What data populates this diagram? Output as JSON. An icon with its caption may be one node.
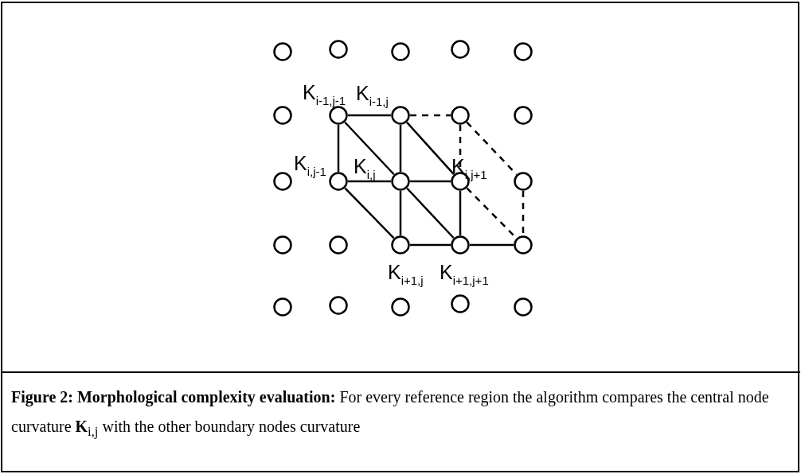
{
  "diagram": {
    "caption": "**Figure 2: Morphological complexity evaluation:** For every reference region the algorithm compares the central node curvature **K**$_{i,j}$ with the other boundary nodes curvature",
    "nodes": [
      {
        "text": [],
        "shape": "circle"
      },
      {
        "text": [],
        "shape": "circle"
      },
      {
        "text": [],
        "shape": "circle"
      },
      {
        "text": [],
        "shape": "circle"
      },
      {
        "text": [],
        "shape": "circle"
      },
      {
        "text": [],
        "shape": "circle"
      },
      {
        "text": [],
        "shape": "circle",
        "beside": [
          "K$_{i-1,j-1}$"
        ]
      },
      {
        "text": [],
        "shape": "circle",
        "beside": [
          "K$_{i-1,j}$"
        ]
      },
      {
        "text": [],
        "shape": "circle"
      },
      {
        "text": [],
        "shape": "circle"
      },
      {
        "text": [],
        "shape": "circle"
      },
      {
        "text": [],
        "shape": "circle",
        "beside": [
          "K$_{i,j-1}$"
        ]
      },
      {
        "text": [],
        "shape": "circle",
        "beside": [
          "K$_{i,j}$"
        ]
      },
      {
        "text": [],
        "shape": "circle",
        "beside": [
          "K$_{i,j+1}$"
        ]
      },
      {
        "text": [],
        "shape": "circle"
      },
      {
        "text": [],
        "shape": "circle"
      },
      {
        "text": [],
        "shape": "circle"
      },
      {
        "text": [],
        "shape": "circle",
        "beside": [
          "K$_{i+1,j}$"
        ]
      },
      {
        "text": [],
        "shape": "circle",
        "beside": [
          "K$_{i+1,j+1}$"
        ]
      },
      {
        "text": [],
        "shape": "circle"
      },
      {
        "text": [],
        "shape": "circle"
      },
      {
        "text": [],
        "shape": "circle"
      },
      {
        "text": [],
        "shape": "circle"
      },
      {
        "text": [],
        "shape": "circle"
      },
      {
        "text": [],
        "shape": "circle"
      }
    ],
    "edges": [
      {
        "from": 6,
        "to": 7,
        "arrow": "none"
      },
      {
        "from": 6,
        "to": 11,
        "arrow": "none"
      },
      {
        "from": 6,
        "to": 12,
        "arrow": "none"
      },
      {
        "from": 7,
        "to": 12,
        "arrow": "none"
      },
      {
        "from": 7,
        "to": 13,
        "arrow": "none"
      },
      {
        "from": 11,
        "to": 12,
        "arrow": "none"
      },
      {
        "from": 12,
        "to": 13,
        "arrow": "none"
      },
      {
        "from": 11,
        "to": 17,
        "arrow": "none"
      },
      {
        "from": 12,
        "to": 17,
        "arrow": "none"
      },
      {
        "from": 12,
        "to": 18,
        "arrow": "none"
      },
      {
        "from": 13,
        "to": 18,
        "arrow": "none"
      },
      {
        "from": 17,
        "to": 18,
        "arrow": "none"
      },
      {
        "from": 18,
        "to": 19,
        "arrow": "none"
      },
      {
        "from": 7,
        "to": 8,
        "arrow": "none",
        "style": "dashed"
      },
      {
        "from": 8,
        "to": 13,
        "arrow": "none",
        "style": "dashed"
      },
      {
        "from": 8,
        "to": 14,
        "arrow": "none",
        "style": "dashed"
      },
      {
        "from": 13,
        "to": 19,
        "arrow": "none",
        "style": "dashed"
      },
      {
        "from": 14,
        "to": 19,
        "arrow": "none",
        "style": "dashed"
      }
    ]
  }
}
